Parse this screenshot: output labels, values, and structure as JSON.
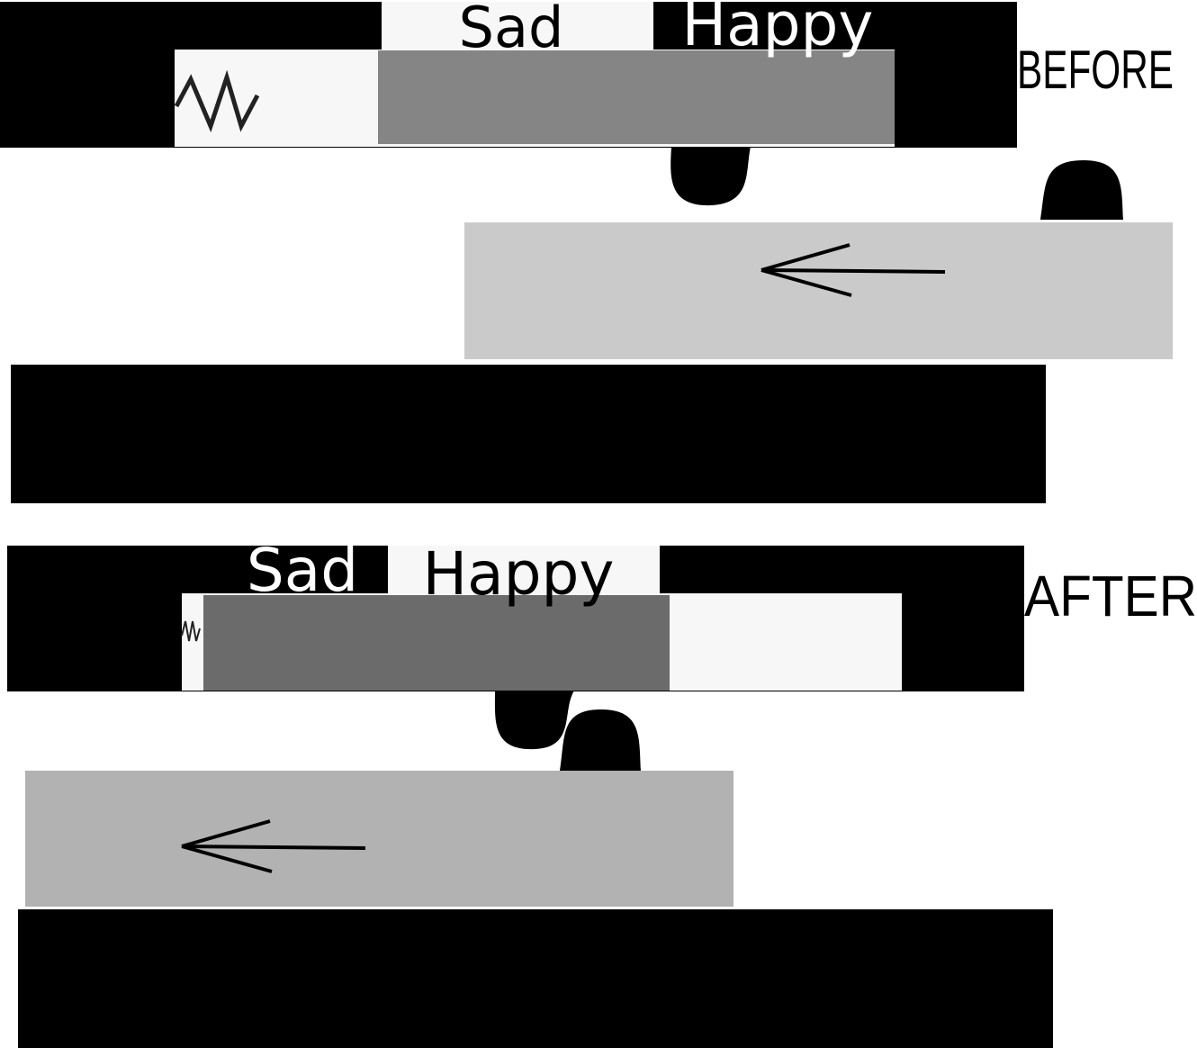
{
  "panels": {
    "before": {
      "caption": "BEFORE",
      "mood_left": "Sad",
      "mood_right": "Happy",
      "selected_mood": "Happy"
    },
    "after": {
      "caption": "AFTER",
      "mood_left": "Sad",
      "mood_right": "Happy",
      "selected_mood": "Sad"
    }
  },
  "colors": {
    "frame": "#000000",
    "track_light": "#f7f7f7",
    "knob_before": "#858585",
    "knob_after": "#6b6b6b",
    "mover_before": "#cacaca",
    "mover_after": "#b2b2b2",
    "arrow": "#000000",
    "zigzag": "#222222"
  },
  "icons": [
    "zigzag-icon",
    "left-arrow-icon",
    "blob-icon"
  ]
}
